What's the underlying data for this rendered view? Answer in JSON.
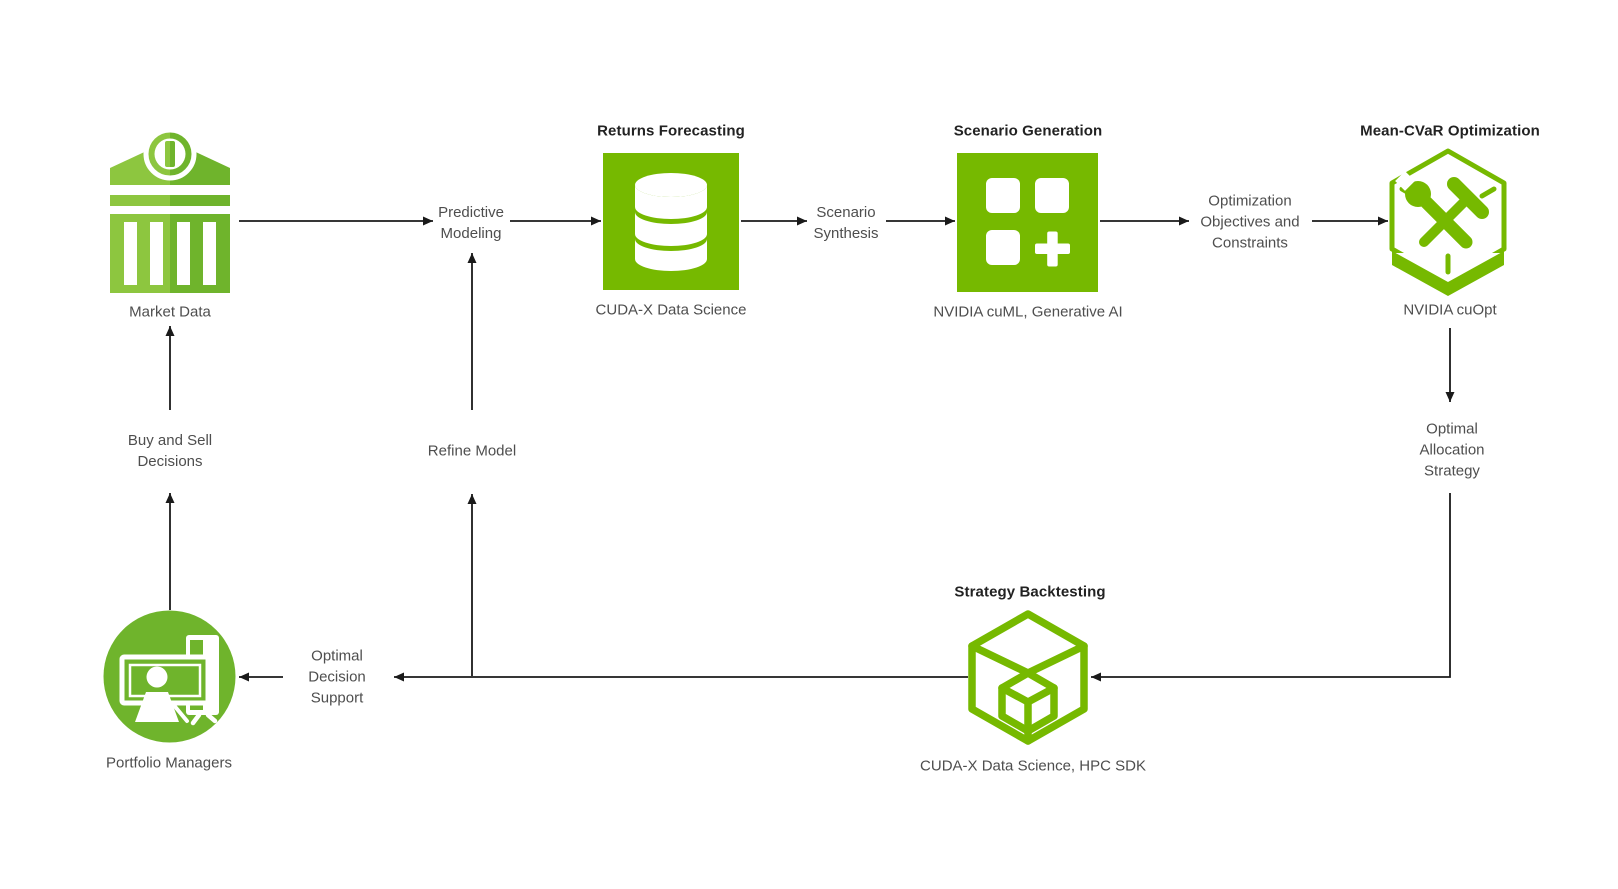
{
  "colors": {
    "nvidia_green": "#76B900",
    "bank_light_green": "#8DC63F",
    "bank_dark_green": "#6FB42C",
    "circle_green": "#6FB42C",
    "arrow_black": "#1a1a1a",
    "title_text": "#222222",
    "label_text": "#4e4e4e",
    "background": "#ffffff"
  },
  "nodes": {
    "market_data": {
      "label": "Market Data"
    },
    "returns_forecasting": {
      "title": "Returns Forecasting",
      "label": "CUDA-X Data Science"
    },
    "scenario_generation": {
      "title": "Scenario Generation",
      "label": "NVIDIA cuML, Generative AI"
    },
    "mean_cvar": {
      "title": "Mean-CVaR Optimization",
      "label": "NVIDIA cuOpt"
    },
    "strategy_backtesting": {
      "title": "Strategy Backtesting",
      "label": "CUDA-X Data Science, HPC SDK"
    },
    "portfolio_managers": {
      "label": "Portfolio Managers"
    }
  },
  "edge_labels": {
    "predictive_modeling": {
      "lines": [
        "Predictive",
        "Modeling"
      ]
    },
    "scenario_synthesis": {
      "lines": [
        "Scenario",
        "Synthesis"
      ]
    },
    "optimization_objectives": {
      "lines": [
        "Optimization",
        "Objectives and",
        "Constraints"
      ]
    },
    "optimal_allocation": {
      "lines": [
        "Optimal",
        "Allocation",
        "Strategy"
      ]
    },
    "refine_model": {
      "lines": [
        "Refine Model"
      ]
    },
    "buy_and_sell": {
      "lines": [
        "Buy and Sell",
        "Decisions"
      ]
    },
    "optimal_decision": {
      "lines": [
        "Optimal",
        "Decision",
        "Support"
      ]
    }
  }
}
